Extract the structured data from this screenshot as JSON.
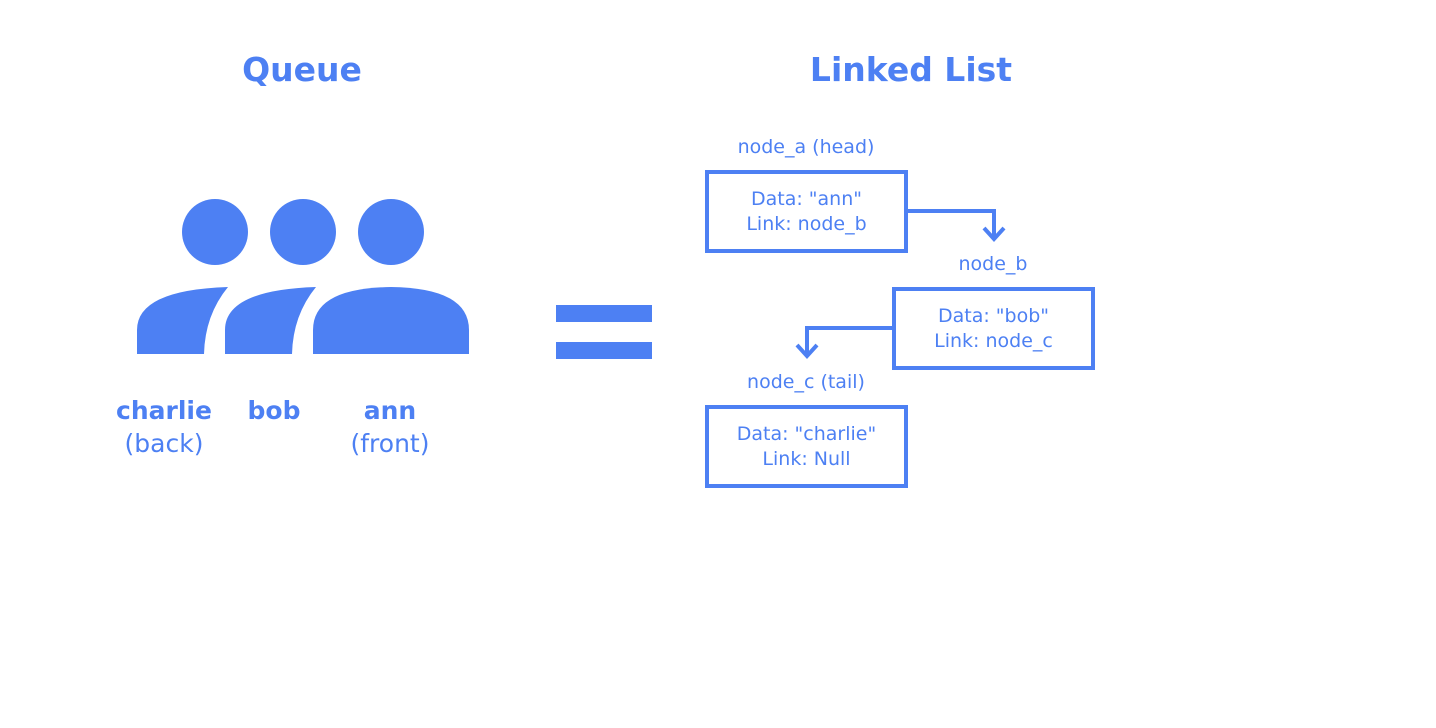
{
  "queue": {
    "title": "Queue",
    "people": [
      {
        "name": "charlie",
        "role": "(back)"
      },
      {
        "name": "bob",
        "role": ""
      },
      {
        "name": "ann",
        "role": "(front)"
      }
    ]
  },
  "linked_list": {
    "title": "Linked List",
    "nodes": [
      {
        "label": "node_a (head)",
        "data": "Data: \"ann\"",
        "link": "Link: node_b"
      },
      {
        "label": "node_b",
        "data": "Data: \"bob\"",
        "link": "Link: node_c"
      },
      {
        "label": "node_c (tail)",
        "data": "Data: \"charlie\"",
        "link": "Link: Null"
      }
    ]
  },
  "colors": {
    "accent": "#4d80f3",
    "background": "#ffffff"
  },
  "icons": {
    "people": "person-icon",
    "equals": "equals-icon"
  }
}
